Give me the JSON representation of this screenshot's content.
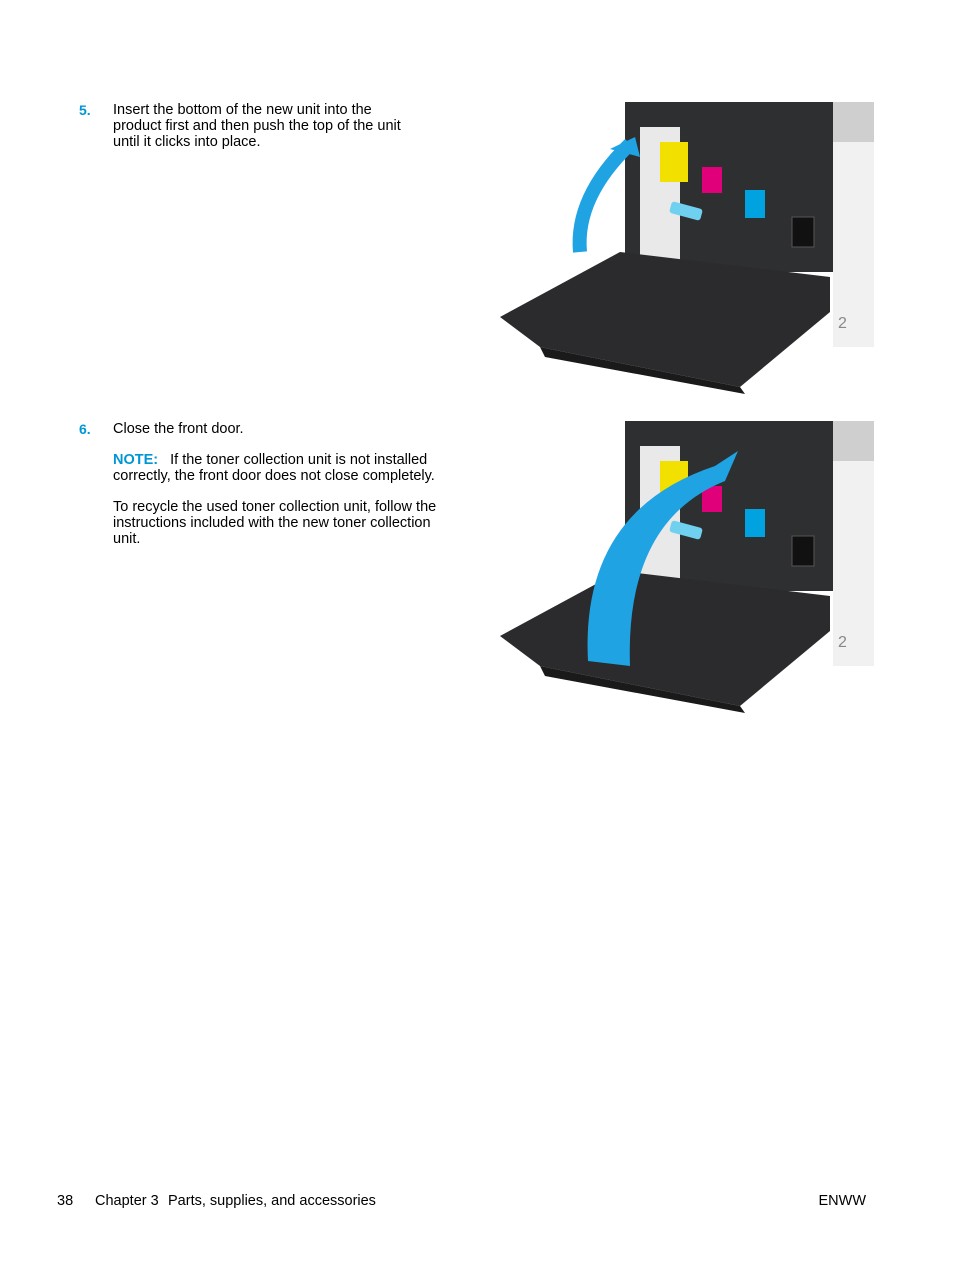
{
  "steps": [
    {
      "number": "5.",
      "text": "Insert the bottom of the new unit into the product first and then push the top of the unit until it clicks into place."
    },
    {
      "number": "6.",
      "text": "Close the front door.",
      "note_label": "NOTE:",
      "note_text": "If the toner collection unit is not installed correctly, the front door does not close completely.",
      "extra": "To recycle the used toner collection unit, follow the instructions included with the new toner collection unit."
    }
  ],
  "illustration": {
    "door_number": "2",
    "colors": {
      "arrow": "#1fa3e3",
      "yellow": "#f2e000",
      "magenta": "#e0007a",
      "cyan": "#00a3e0",
      "black": "#111111"
    }
  },
  "footer": {
    "page_number": "38",
    "chapter": "Chapter 3",
    "chapter_title": "Parts, supplies, and accessories",
    "right": "ENWW"
  }
}
